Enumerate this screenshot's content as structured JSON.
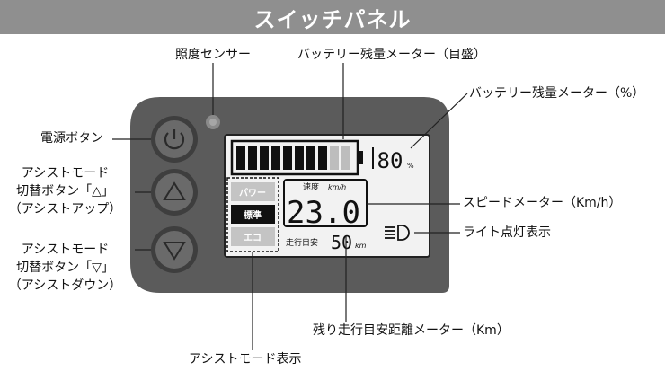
{
  "title": "スイッチパネル",
  "labels": {
    "illuminance_sensor": "照度センサー",
    "battery_gauge": "バッテリー残量メーター（目盛）",
    "battery_percent": "バッテリー残量メーター（%）",
    "power_button": "電源ボタン",
    "assist_up_1": "アシストモード",
    "assist_up_2": "切替ボタン「△」",
    "assist_up_3": "（アシストアップ）",
    "assist_down_1": "アシストモード",
    "assist_down_2": "切替ボタン「▽」",
    "assist_down_3": "（アシストダウン）",
    "speed_meter": "スピードメーター（Km/h）",
    "light_indicator": "ライト点灯表示",
    "range_meter": "残り走行目安距離メーター（Km）",
    "assist_mode_display": "アシストモード表示"
  },
  "display": {
    "battery_level": 8,
    "battery_total": 10,
    "battery_percent_value": "80",
    "percent_unit": "%",
    "speed_caption": "速度",
    "speed_unit": "km/h",
    "speed_value": "23.0",
    "range_caption": "走行目安",
    "range_value": "50",
    "range_unit": "km",
    "modes": [
      "パワー",
      "標準",
      "エコ"
    ],
    "active_mode": 1
  },
  "colors": {
    "title_bar": "#8f8f8f",
    "device_body": "#5b5b5b",
    "lcd": "#f2f2f2",
    "button_face": "#666666"
  }
}
